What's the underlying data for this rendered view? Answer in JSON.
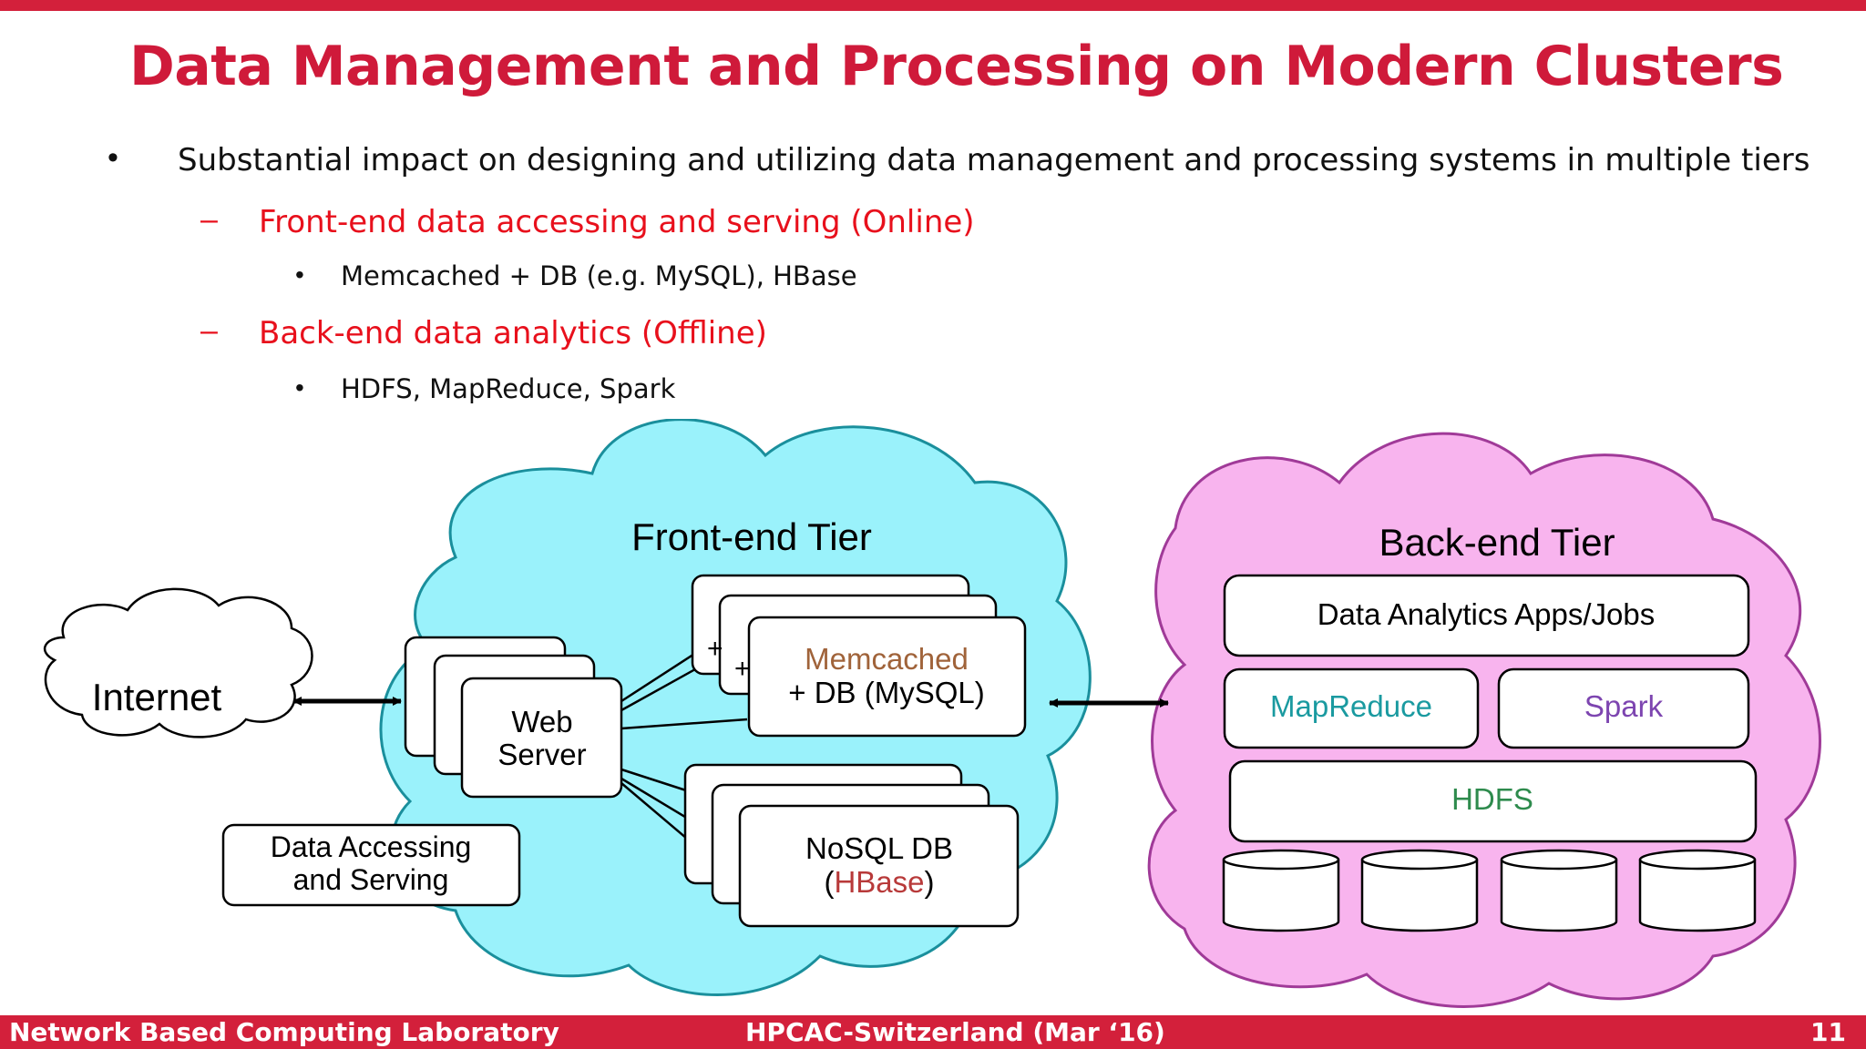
{
  "slide": {
    "title": "Data Management and Processing on Modern Clusters",
    "bullets": [
      {
        "marker": "•",
        "text": "Substantial impact on designing and utilizing data management and processing systems in multiple tiers"
      },
      {
        "marker": "–",
        "text": "Front-end data accessing and serving (Online)"
      },
      {
        "marker": "•",
        "text": "Memcached + DB (e.g. MySQL), HBase"
      },
      {
        "marker": "–",
        "text": "Back-end data analytics (Offline)"
      },
      {
        "marker": "•",
        "text": "HDFS, MapReduce, Spark"
      }
    ]
  },
  "diagram": {
    "internet": "Internet",
    "front_tier_title": "Front-end Tier",
    "web_server_line1": "Web",
    "web_server_line2": "Server",
    "memcached": "Memcached",
    "db_mysql": "+ DB (MySQL)",
    "nosql_db": "NoSQL DB",
    "hbase_open": "(",
    "hbase": "HBase",
    "hbase_close": ")",
    "data_accessing_line1": "Data Accessing",
    "data_accessing_line2": "and Serving",
    "back_tier_title": "Back-end Tier",
    "analytics": "Data Analytics Apps/Jobs",
    "mapreduce": "MapReduce",
    "spark": "Spark",
    "hdfs": "HDFS",
    "colors": {
      "front_cloud": "#9af2fb",
      "back_cloud": "#f8b4ee",
      "memcached": "#a0633a",
      "hbase": "#b83a3a",
      "mapreduce": "#1a9aa0",
      "spark": "#7d45b0",
      "hdfs": "#2e8b4d",
      "accent": "#d3203b"
    }
  },
  "footer": {
    "left": "Network Based Computing Laboratory",
    "center": "HPCAC-Switzerland (Mar ‘16)",
    "page": "11"
  }
}
